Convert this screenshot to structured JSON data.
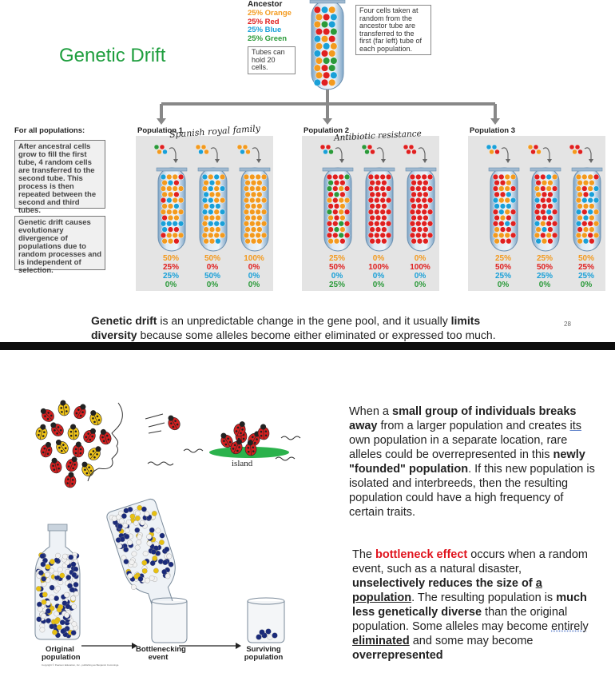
{
  "slide1": {
    "title": "Genetic Drift",
    "ancestor": {
      "label": "Ancestor",
      "lines": [
        {
          "text": "25% Orange",
          "color": "#f39a1e"
        },
        {
          "text": "25% Red",
          "color": "#e02020"
        },
        {
          "text": "25% Blue",
          "color": "#1aa0d8"
        },
        {
          "text": "25% Green",
          "color": "#2b9a3a"
        }
      ],
      "tubes_note": "Tubes can hold 20 cells.",
      "cells_note": "Four cells taken at random from the ancestor tube are transferred to the first (far left) tube of each population."
    },
    "left_notes": {
      "heading": "For all populations:",
      "box1": "After ancestral cells grow to fill the first tube, 4 random cells are transferred to the second tube. This process is then repeated between the second and third tubes.",
      "box2": "Genetic drift causes evolutionary divergence of populations due to random processes and is independent of selection."
    },
    "populations": [
      {
        "label": "Population 1",
        "handwriting": "Spanish royal family",
        "tubes": [
          [
            "50%",
            "25%",
            "25%",
            "0%"
          ],
          [
            "50%",
            "0%",
            "50%",
            "0%"
          ],
          [
            "100%",
            "0%",
            "0%",
            "0%"
          ]
        ]
      },
      {
        "label": "Population 2",
        "handwriting": "Antibiotic resistance",
        "tubes": [
          [
            "25%",
            "50%",
            "0%",
            "25%"
          ],
          [
            "0%",
            "100%",
            "0%",
            "0%"
          ],
          [
            "0%",
            "100%",
            "0%",
            "0%"
          ]
        ]
      },
      {
        "label": "Population 3",
        "handwriting": "",
        "tubes": [
          [
            "25%",
            "50%",
            "25%",
            "0%"
          ],
          [
            "25%",
            "50%",
            "25%",
            "0%"
          ],
          [
            "50%",
            "25%",
            "25%",
            "0%"
          ]
        ]
      }
    ],
    "caption": {
      "b1": "Genetic drift",
      "t1": " is an unpredictable change in the gene pool, and it usually ",
      "b2": "limits diversity",
      "t2": " because some alleles become either eliminated or expressed too much."
    },
    "page_number": "28"
  },
  "slide2": {
    "founder_labels": {
      "island": "island"
    },
    "founder_text": {
      "t1": "When a ",
      "b1": "small group of individuals breaks away",
      "t2": " from a larger population and creates ",
      "u1": "its",
      "t3": " own population in a separate location, rare alleles could be overrepresented in this ",
      "b2": "newly \"founded\" population",
      "t4": ". If this new population is isolated and interbreeds, then the resulting population could have a high frequency of certain traits."
    },
    "bottleneck_text": {
      "t1": "The ",
      "r1": "bottleneck effect",
      "t2": " occurs when a random event, such as a natural disaster, ",
      "b1": "unselectively reduces the size of ",
      "bu1": "a population",
      "t3": ". The resulting population is ",
      "b2": "much less genetically diverse",
      "t4": " than the original population. Some alleles may become ",
      "du1": "entirely",
      "t5": " ",
      "bu2": "eliminated",
      "t6": " and some may become ",
      "b3": "overrepresented"
    },
    "bottle_labels": {
      "original": "Original population",
      "event": "Bottlenecking event",
      "surviving": "Surviving population",
      "copyright": "Copyright © Pearson Education, Inc., publishing as Benjamin Cummings."
    }
  },
  "colors": {
    "orange": "#f39a1e",
    "red": "#e02020",
    "blue": "#1aa0d8",
    "green": "#2b9a3a",
    "title_green": "#1e9e3e",
    "panel_gray": "#e4e4e4",
    "accent_red": "#e0141e"
  }
}
